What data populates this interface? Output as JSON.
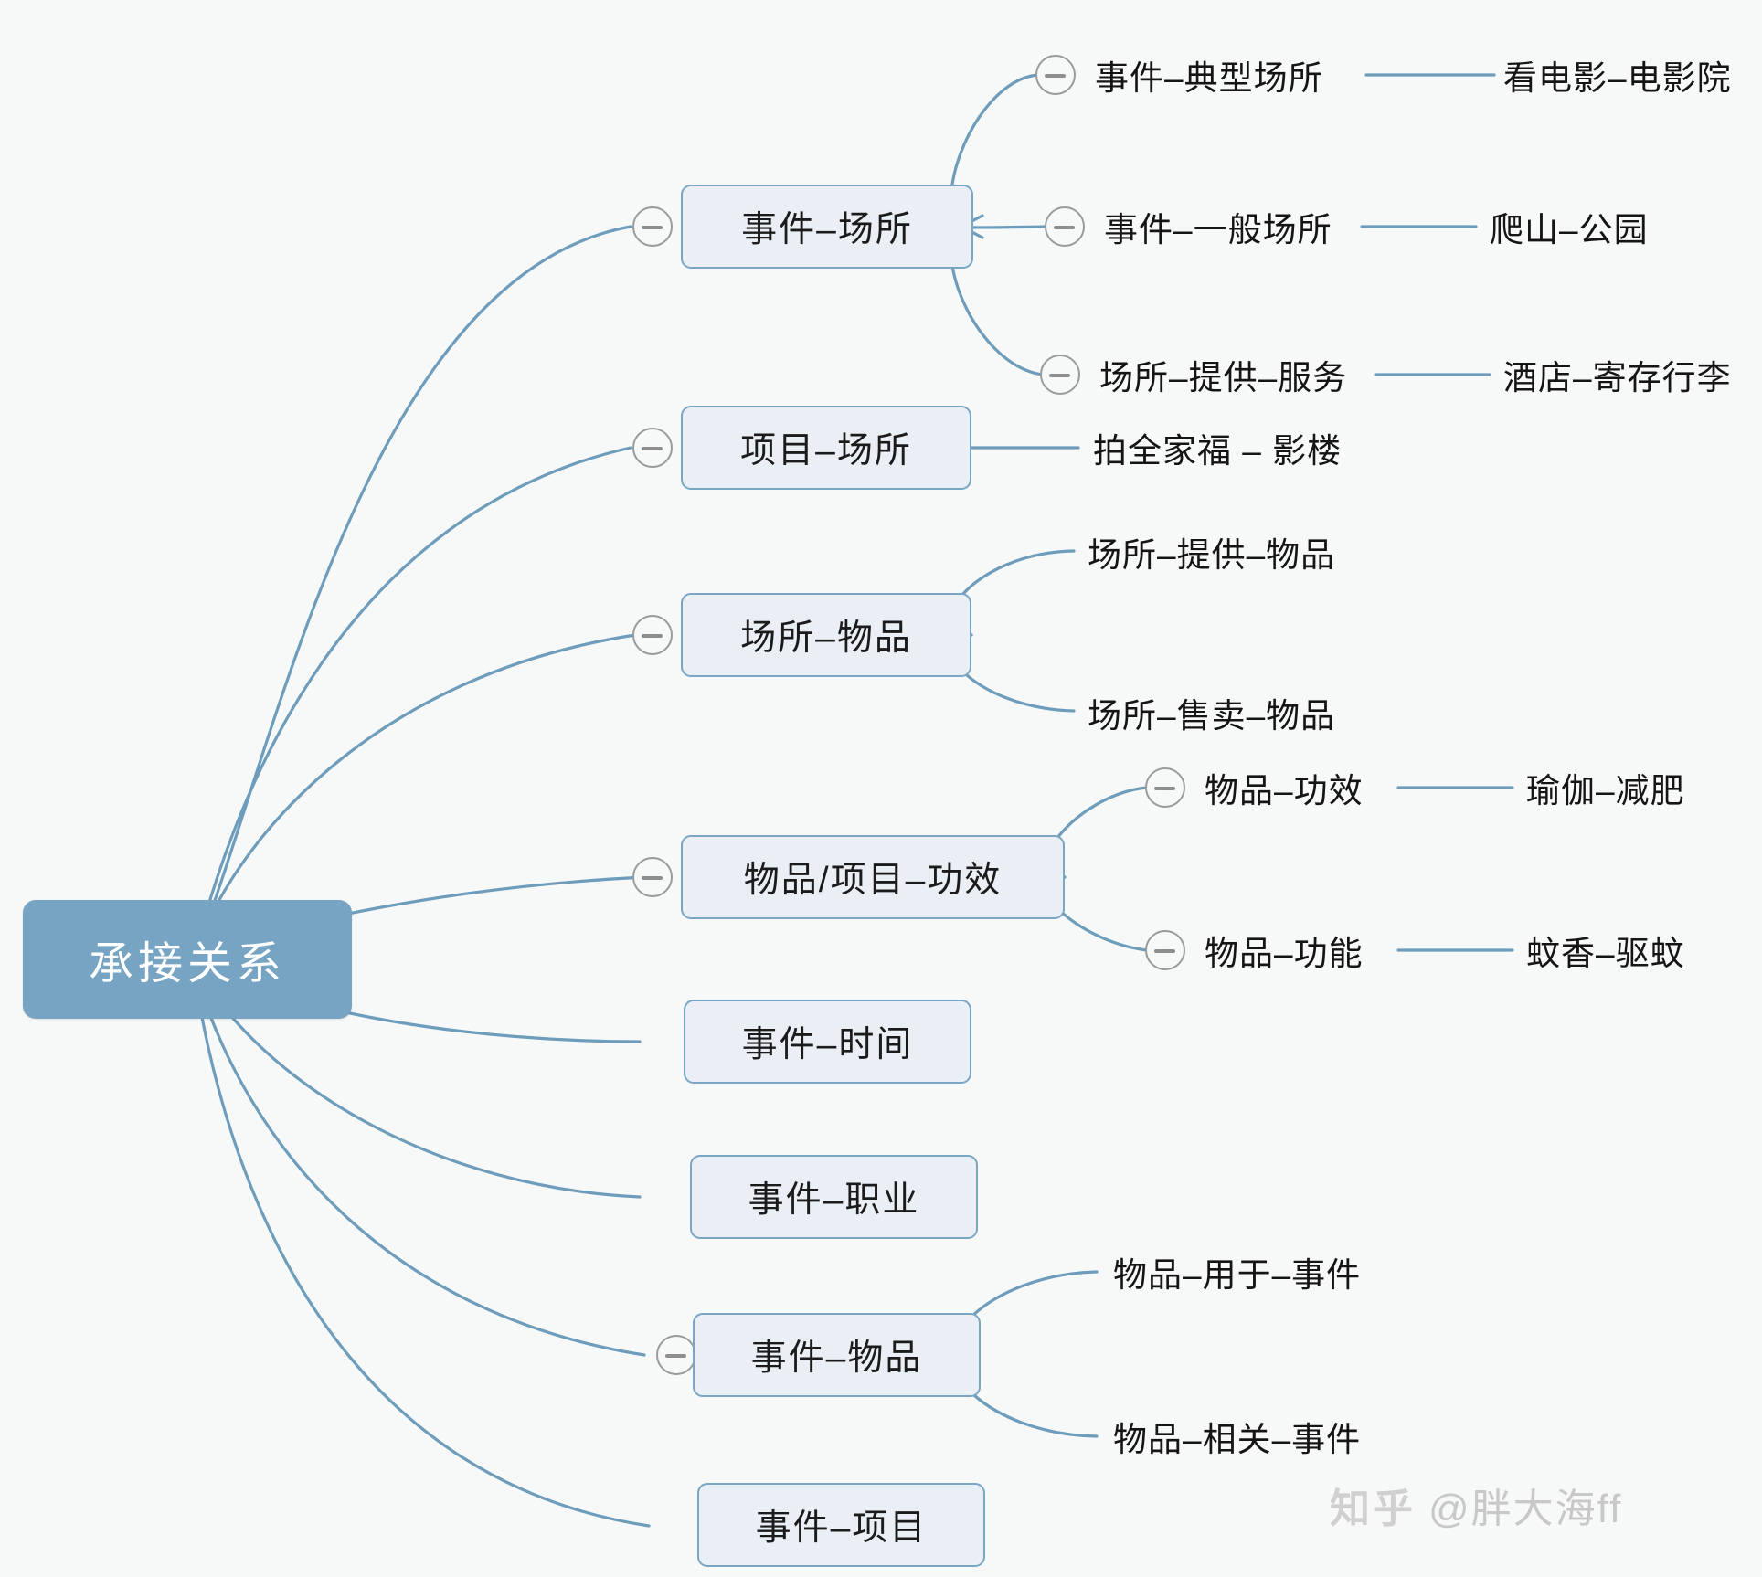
{
  "diagram": {
    "title": "承接关系",
    "type": "mind-map",
    "background_color": "#f7f8f8",
    "root_fill": "#77a4c2",
    "node_fill": "#e9eff4",
    "node_border": "#7aa6c4",
    "edge_color": "#6e9cbb",
    "text_color": "#151515"
  },
  "root": {
    "label": "承接关系"
  },
  "branches": [
    {
      "id": "event-place",
      "label": "事件–场所",
      "has_collapse": true,
      "children": [
        {
          "label": "事件–典型场所",
          "has_collapse": true,
          "example": "看电影–电影院"
        },
        {
          "label": "事件–一般场所",
          "has_collapse": true,
          "example": "爬山–公园"
        },
        {
          "label": "场所–提供–服务",
          "has_collapse": true,
          "example": "酒店–寄存行李"
        }
      ]
    },
    {
      "id": "project-place",
      "label": "项目–场所",
      "has_collapse": true,
      "children": [
        {
          "label": "拍全家福 – 影楼",
          "has_collapse": false,
          "example": ""
        }
      ]
    },
    {
      "id": "place-item",
      "label": "场所–物品",
      "has_collapse": true,
      "children": [
        {
          "label": "场所–提供–物品",
          "has_collapse": false,
          "example": ""
        },
        {
          "label": "场所–售卖–物品",
          "has_collapse": false,
          "example": ""
        }
      ]
    },
    {
      "id": "item-effect",
      "label": "物品/项目–功效",
      "has_collapse": true,
      "children": [
        {
          "label": "物品–功效",
          "has_collapse": true,
          "example": "瑜伽–减肥"
        },
        {
          "label": "物品–功能",
          "has_collapse": true,
          "example": "蚊香–驱蚊"
        }
      ]
    },
    {
      "id": "event-time",
      "label": "事件–时间",
      "has_collapse": false,
      "children": []
    },
    {
      "id": "event-job",
      "label": "事件–职业",
      "has_collapse": false,
      "children": []
    },
    {
      "id": "event-item",
      "label": "事件–物品",
      "has_collapse": true,
      "children": [
        {
          "label": "物品–用于–事件",
          "has_collapse": false,
          "example": ""
        },
        {
          "label": "物品–相关–事件",
          "has_collapse": false,
          "example": ""
        }
      ]
    },
    {
      "id": "event-project",
      "label": "事件–项目",
      "has_collapse": false,
      "children": []
    }
  ],
  "watermark": {
    "logo": "知乎",
    "handle": "@胖大海ff"
  }
}
